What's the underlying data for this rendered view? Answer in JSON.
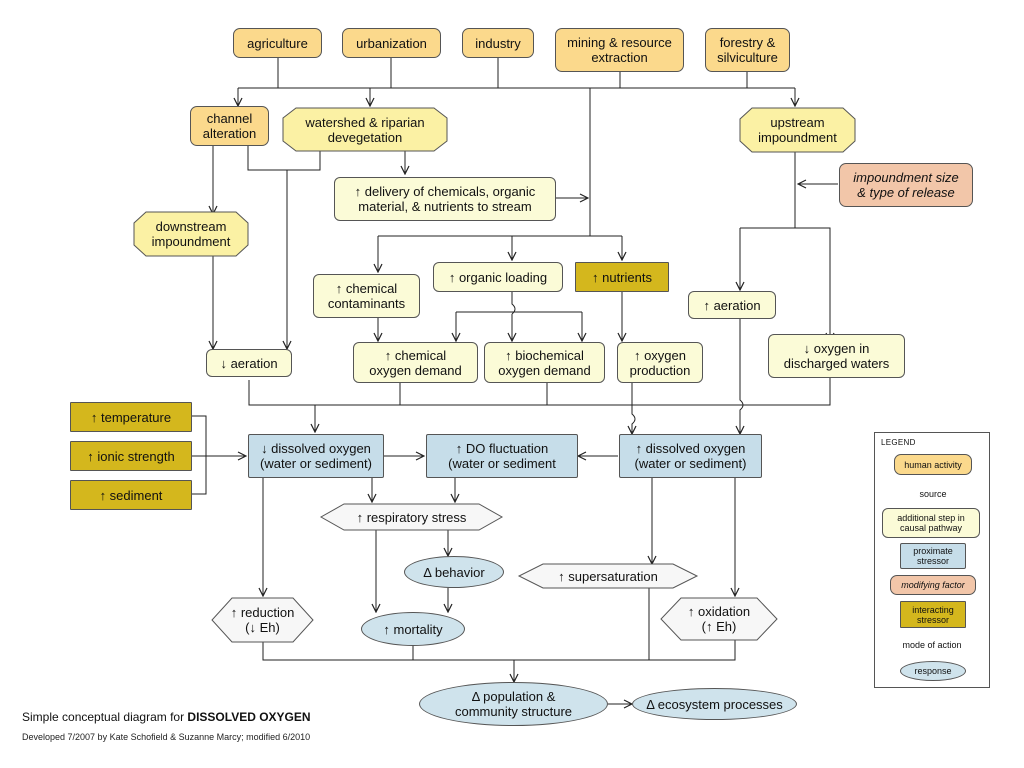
{
  "title_prefix": "Simple conceptual diagram for ",
  "title_bold": "DISSOLVED OXYGEN",
  "credit": "Developed 7/2007 by Kate Schofield & Suzanne Marcy; modified 6/2010",
  "nodes": {
    "agriculture": "agriculture",
    "urbanization": "urbanization",
    "industry": "industry",
    "mining": "mining & resource\nextraction",
    "forestry": "forestry &\nsilviculture",
    "channel_alteration": "channel\nalteration",
    "watershed": "watershed & riparian\ndevegetation",
    "upstream_impoundment": "upstream\nimpoundment",
    "delivery": "↑ delivery of chemicals, organic\nmaterial, & nutrients to stream",
    "impoundment_size": "impoundment size\n& type of release",
    "downstream_impoundment": "downstream\nimpoundment",
    "chemical_contaminants": "↑ chemical\ncontaminants",
    "organic_loading": "↑ organic loading",
    "nutrients": "↑ nutrients",
    "aeration_up": "↑ aeration",
    "aeration_down": "↓ aeration",
    "cod": "↑ chemical\noxygen demand",
    "bod": "↑ biochemical\noxygen demand",
    "oxygen_production": "↑ oxygen\nproduction",
    "oxygen_discharged": "↓ oxygen in\ndischarged waters",
    "temperature": "↑ temperature",
    "ionic_strength": "↑ ionic strength",
    "sediment": "↑ sediment",
    "do_down": "↓ dissolved oxygen\n(water or sediment)",
    "do_fluct": "↑ DO fluctuation\n(water or sediment",
    "do_up": "↑ dissolved oxygen\n(water or sediment)",
    "respiratory_stress": "↑ respiratory stress",
    "behavior": "Δ behavior",
    "supersaturation": "↑ supersaturation",
    "reduction": "↑ reduction\n(↓ Eh)",
    "mortality": "↑ mortality",
    "oxidation": "↑ oxidation\n(↑ Eh)",
    "population": "Δ population &\ncommunity structure",
    "ecosystem": "Δ ecosystem processes"
  },
  "legend": {
    "title": "LEGEND",
    "human_activity": "human activity",
    "source": "source",
    "additional_step": "additional step in\ncausal pathway",
    "proximate_stressor": "proximate\nstressor",
    "modifying_factor": "modifying factor",
    "interacting_stressor": "interacting\nstressor",
    "mode_of_action": "mode of action",
    "response": "response"
  },
  "colors": {
    "human_activity": "#fbd98c",
    "source": "#fbf1a4",
    "additional_step": "#fbfbd7",
    "proximate_stressor": "#c6dde9",
    "modifying_factor": "#f2c6a9",
    "interacting_stressor": "#d4b71d",
    "mode_of_action": "#f7f7f7",
    "response": "#cfe3ec"
  }
}
